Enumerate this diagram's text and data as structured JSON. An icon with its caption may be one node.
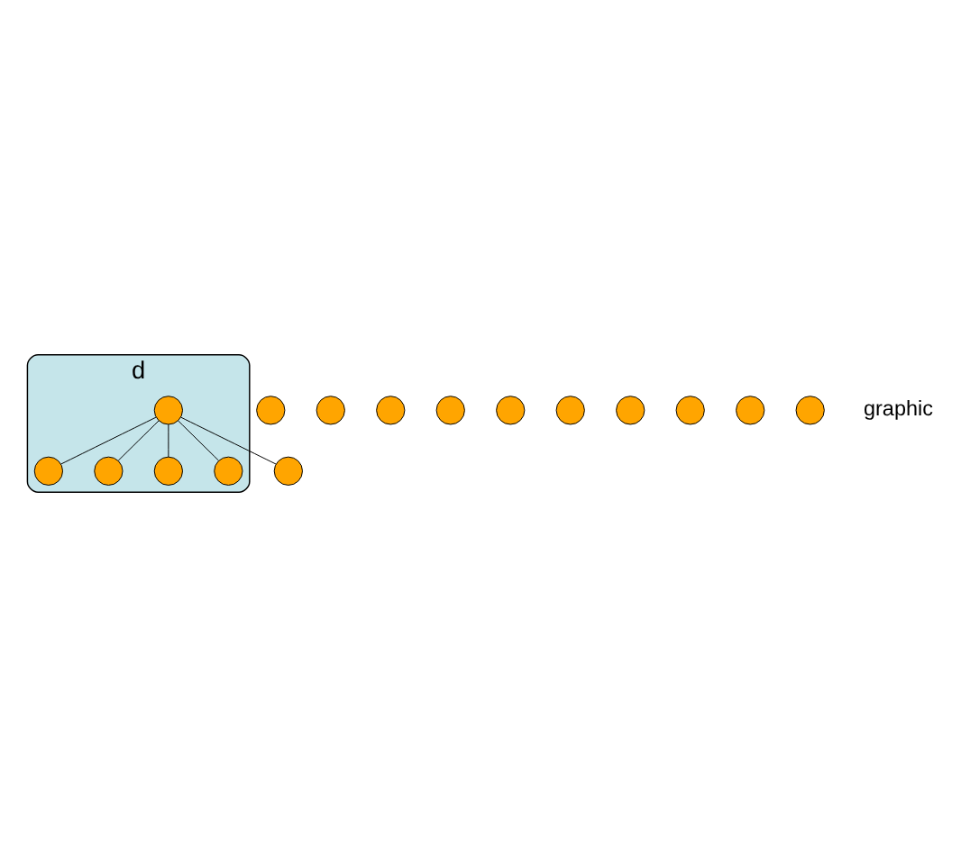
{
  "diagram": {
    "nodes": [
      {
        "text": [
          "d"
        ]
      },
      {
        "text": [],
        "shape": "circle"
      },
      {
        "text": [],
        "shape": "circle"
      },
      {
        "text": [],
        "shape": "circle"
      },
      {
        "text": [],
        "shape": "circle"
      },
      {
        "text": [],
        "shape": "circle"
      },
      {
        "text": [],
        "shape": "circle"
      },
      {
        "text": [],
        "shape": "circle",
        "in": 0
      },
      {
        "text": [],
        "shape": "circle",
        "in": 0
      },
      {
        "text": [],
        "shape": "circle"
      },
      {
        "text": [],
        "shape": "circle",
        "in": 0
      },
      {
        "text": [],
        "shape": "circle"
      },
      {
        "text": [],
        "shape": "circle"
      },
      {
        "text": [],
        "shape": "circle",
        "in": 0
      },
      {
        "text": [],
        "shape": "circle",
        "in": 0
      },
      {
        "text": [],
        "shape": "circle"
      },
      {
        "text": [],
        "shape": "circle"
      }
    ],
    "edges": [
      {
        "from": 10,
        "to": 7,
        "arrow": "none"
      },
      {
        "from": 10,
        "to": 8,
        "arrow": "none"
      },
      {
        "from": 10,
        "to": 13,
        "arrow": "none"
      },
      {
        "from": 10,
        "to": 14,
        "arrow": "none"
      },
      {
        "from": 10,
        "to": 16,
        "arrow": "none"
      }
    ],
    "labels": [
      "graphic"
    ]
  }
}
